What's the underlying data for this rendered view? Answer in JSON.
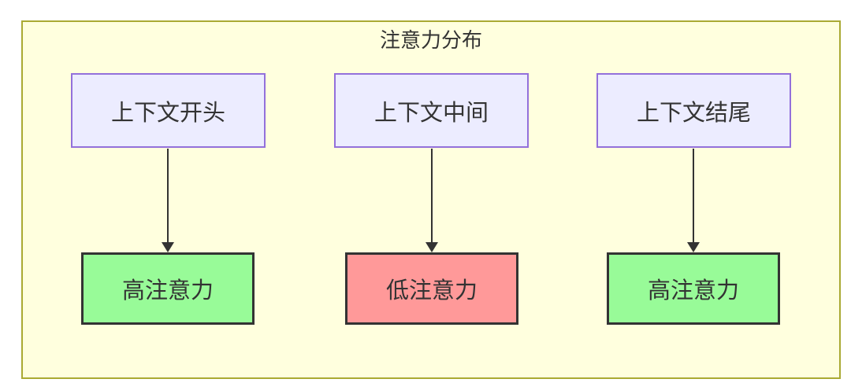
{
  "diagram": {
    "title": "注意力分布",
    "type": "flowchart",
    "columns": [
      {
        "source": "上下文开头",
        "target": "高注意力",
        "attention": "high"
      },
      {
        "source": "上下文中间",
        "target": "低注意力",
        "attention": "low"
      },
      {
        "source": "上下文结尾",
        "target": "高注意力",
        "attention": "high"
      }
    ],
    "colors": {
      "page_bg": "#FFFFFF",
      "subgraph_bg": "#FFFFDE",
      "subgraph_border": "#AAAA33",
      "source_bg": "#ECECFF",
      "source_border": "#9370DB",
      "high_bg": "#98FB98",
      "low_bg": "#FF9999",
      "target_border": "#333333",
      "text": "#333333",
      "arrow": "#333333"
    }
  }
}
